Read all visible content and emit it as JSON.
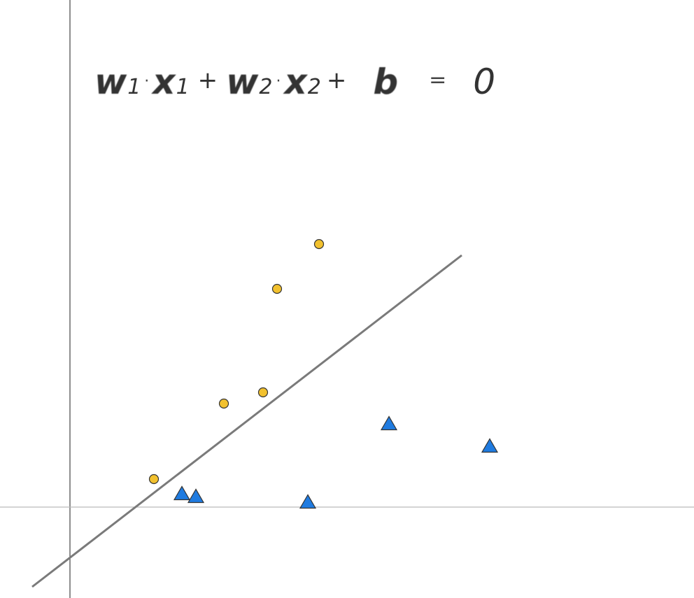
{
  "equation": {
    "w1": "w",
    "w1_sub": "1",
    "dot1": "·",
    "x1": "x",
    "x1_sub": "1",
    "plus1": "+",
    "w2": "w",
    "w2_sub": "2",
    "dot2": "·",
    "x2": "x",
    "x2_sub": "2",
    "plus2": "+",
    "b": "b",
    "equals": "=",
    "zero": "0"
  },
  "chart_data": {
    "type": "scatter",
    "xlim": [
      0,
      20
    ],
    "ylim": [
      -2,
      17
    ],
    "series": [
      {
        "marker": "circle",
        "color": "#f2c12e",
        "points": [
          [
            3.0,
            1.0
          ],
          [
            5.5,
            3.7
          ],
          [
            6.9,
            4.1
          ],
          [
            7.4,
            7.8
          ],
          [
            8.9,
            9.4
          ]
        ]
      },
      {
        "marker": "triangle",
        "color": "#1f7be0",
        "points": [
          [
            4.0,
            0.5
          ],
          [
            4.5,
            0.4
          ],
          [
            8.5,
            0.2
          ],
          [
            11.4,
            3.0
          ],
          [
            15.0,
            2.2
          ]
        ]
      }
    ],
    "line": {
      "x": [
        -1.35,
        14.0
      ],
      "y": [
        -2.85,
        9.0
      ],
      "color": "#7a7a7a"
    },
    "colors": {
      "axis": "#444444",
      "xaxis": "#bbbbbb",
      "marker_stroke": "#333333"
    }
  }
}
